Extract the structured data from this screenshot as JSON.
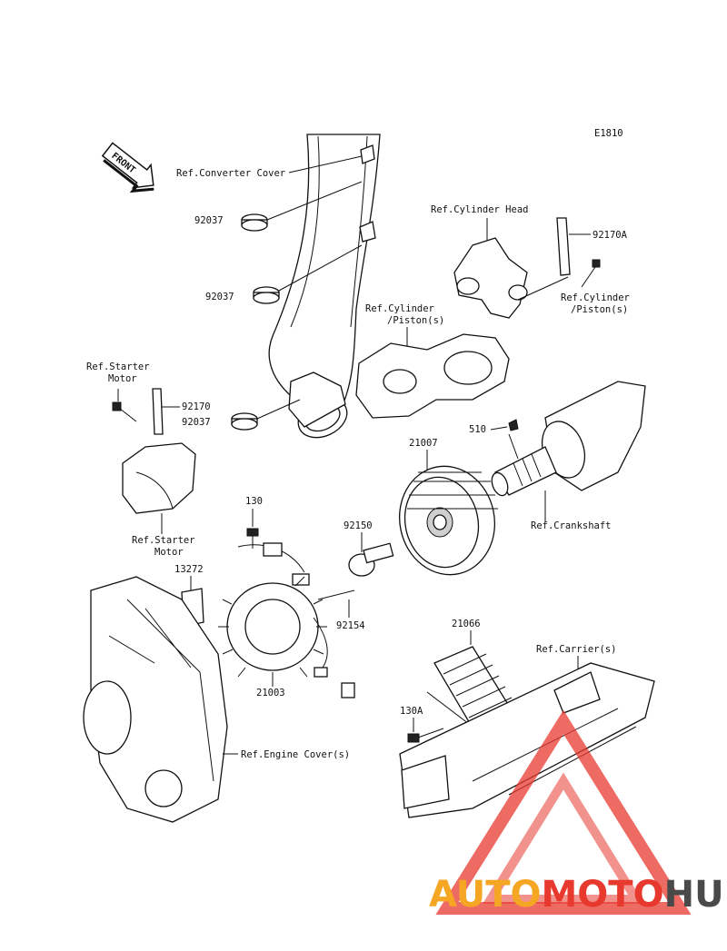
{
  "diagram_code": "E1810",
  "front_label": "FRONT",
  "labels": {
    "ref_converter_cover": "Ref.Converter Cover",
    "clamp_top": "92037",
    "clamp_mid": "92037",
    "clamp_low": "92037",
    "ref_cylinder_head": "Ref.Cylinder Head",
    "strap_right": "92170A",
    "ref_cylinder_piston_left_1": "Ref.Cylinder",
    "ref_cylinder_piston_left_2": "/Piston(s)",
    "ref_cylinder_piston_right_1": "Ref.Cylinder",
    "ref_cylinder_piston_right_2": "/Piston(s)",
    "ref_starter_motor_top_1": "Ref.Starter",
    "ref_starter_motor_top_2": "Motor",
    "strap_left": "92170",
    "key": "510",
    "rotor": "21007",
    "ref_crankshaft": "Ref.Crankshaft",
    "ref_starter_motor_bottom_1": "Ref.Starter",
    "ref_starter_motor_bottom_2": "Motor",
    "bolt_130": "130",
    "bolt_92150": "92150",
    "plate_13272": "13272",
    "bolt_92154": "92154",
    "stator": "21003",
    "regulator": "21066",
    "ref_carrier": "Ref.Carrier(s)",
    "bolt_130a": "130A",
    "ref_engine_cover": "Ref.Engine Cover(s)"
  },
  "watermark": {
    "part1": "AUTO",
    "part2": "MOTO",
    "part3": "HUB",
    "color1": "#f5a623",
    "color2": "#e8392f",
    "color3": "#4a4a4a"
  }
}
